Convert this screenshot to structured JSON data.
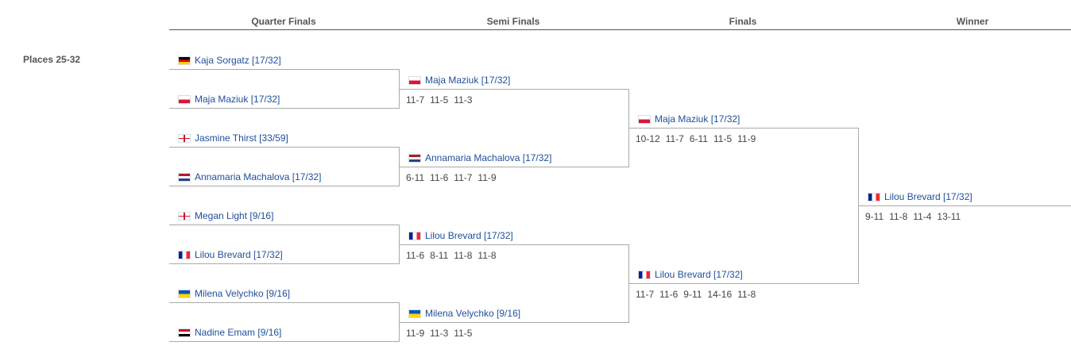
{
  "rounds": [
    "Quarter Finals",
    "Semi Finals",
    "Finals",
    "Winner"
  ],
  "places_label": "Places 25-32",
  "quarterfinals": [
    {
      "flag": "de",
      "name": "Kaja Sorgatz [17/32]"
    },
    {
      "flag": "pl",
      "name": "Maja Maziuk [17/32]"
    },
    {
      "flag": "en",
      "name": "Jasmine Thirst [33/59]"
    },
    {
      "flag": "nl",
      "name": "Annamaria Machalova [17/32]"
    },
    {
      "flag": "en",
      "name": "Megan Light [9/16]"
    },
    {
      "flag": "fr",
      "name": "Lilou Brevard [17/32]"
    },
    {
      "flag": "ua",
      "name": "Milena Velychko [9/16]"
    },
    {
      "flag": "eg",
      "name": "Nadine Emam [9/16]"
    }
  ],
  "semifinals": [
    {
      "flag": "pl",
      "name": "Maja Maziuk [17/32]",
      "scores": [
        "11-7",
        "11-5",
        "11-3"
      ]
    },
    {
      "flag": "nl",
      "name": "Annamaria Machalova [17/32]",
      "scores": [
        "6-11",
        "11-6",
        "11-7",
        "11-9"
      ]
    },
    {
      "flag": "fr",
      "name": "Lilou Brevard [17/32]",
      "scores": [
        "11-6",
        "8-11",
        "11-8",
        "11-8"
      ]
    },
    {
      "flag": "ua",
      "name": "Milena Velychko [9/16]",
      "scores": [
        "11-9",
        "11-3",
        "11-5"
      ]
    }
  ],
  "finals": [
    {
      "flag": "pl",
      "name": "Maja Maziuk [17/32]",
      "scores": [
        "10-12",
        "11-7",
        "6-11",
        "11-5",
        "11-9"
      ]
    },
    {
      "flag": "fr",
      "name": "Lilou Brevard [17/32]",
      "scores": [
        "11-7",
        "11-6",
        "9-11",
        "14-16",
        "11-8"
      ]
    }
  ],
  "winner": {
    "flag": "fr",
    "name": "Lilou Brevard [17/32]",
    "scores": [
      "9-11",
      "11-8",
      "11-4",
      "13-11"
    ]
  }
}
